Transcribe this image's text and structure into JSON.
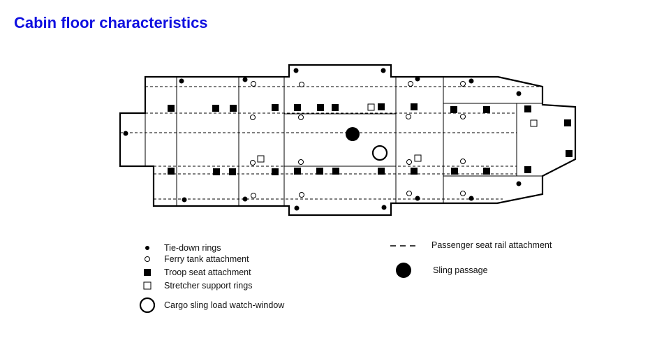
{
  "title": "Cabin floor characteristics",
  "colors": {
    "title": "#1010e0",
    "line": "#000000",
    "fill": "#000000",
    "background": "#ffffff"
  },
  "legend": {
    "tie_down": "Tie-down rings",
    "ferry_tank": "Ferry tank attachment",
    "troop_seat": "Troop seat attachment",
    "stretcher": "Stretcher support rings",
    "watch_window": "Cargo sling load watch-window",
    "seat_rail": "Passenger seat rail attachment",
    "sling_passage": "Sling passage"
  },
  "icons": {
    "tie_down": "filled-small-circle-icon",
    "ferry_tank": "open-small-circle-icon",
    "troop_seat": "filled-square-icon",
    "stretcher": "open-square-icon",
    "watch_window": "open-large-circle-icon",
    "seat_rail": "dashed-line-icon",
    "sling_passage": "filled-large-circle-icon"
  }
}
